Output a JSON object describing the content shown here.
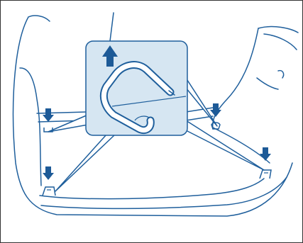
{
  "diagram": {
    "subject": "cargo-area-hook-attachment-points",
    "colors": {
      "line": "#1f5f9c",
      "arrow": "#1d5a97",
      "callout_fill": "#d6e6f2",
      "paper": "#ffffff",
      "frame": "#333333"
    },
    "icons": [
      "down-arrow-icon",
      "up-arrow-icon",
      "hook-icon"
    ],
    "anchors": [
      {
        "id": "front-left"
      },
      {
        "id": "front-right"
      },
      {
        "id": "rear-left"
      },
      {
        "id": "rear-right"
      }
    ],
    "hook_position_count": 4
  }
}
